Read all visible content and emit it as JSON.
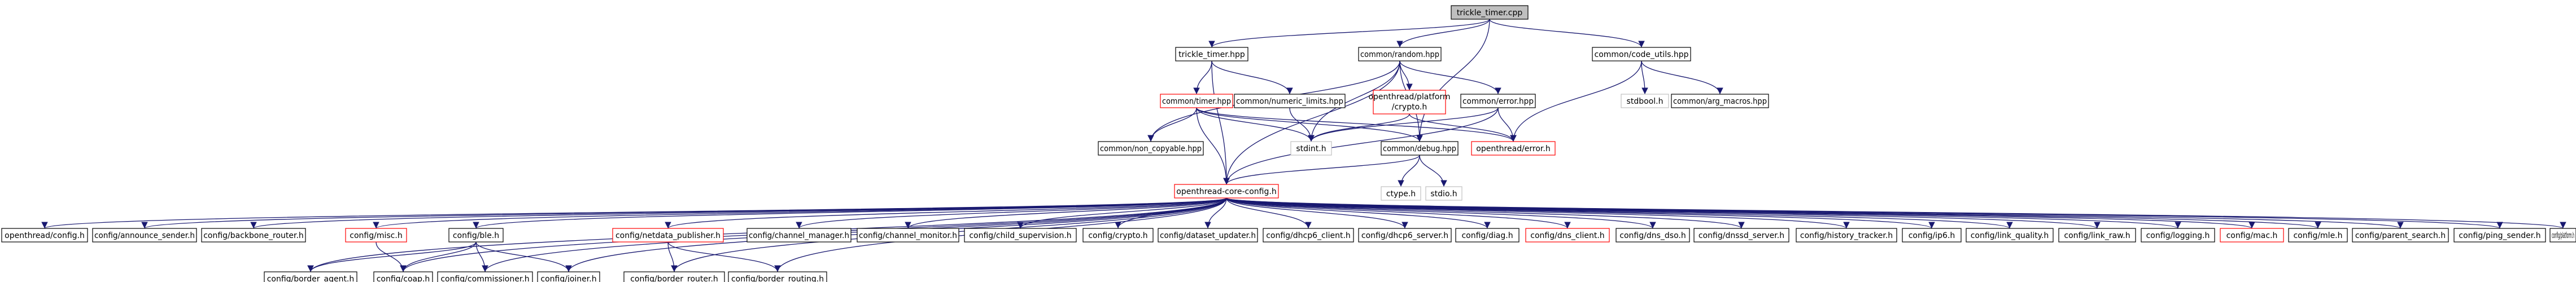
{
  "colors": {
    "background": "#ffffff",
    "edge": "#191970",
    "node_border_default": "#000000",
    "node_border_external": "#c0c0c0",
    "node_border_red": "#ff0000",
    "node_fill_default": "#ffffff",
    "node_fill_root": "#bfbfbf",
    "text": "#000000"
  },
  "nodes": [
    {
      "id": "root",
      "label": "trickle_timer.cpp",
      "style": "root"
    },
    {
      "id": "tt_hpp",
      "label": "trickle_timer.hpp",
      "style": "default"
    },
    {
      "id": "random_hpp",
      "label": "common/random.hpp",
      "style": "default"
    },
    {
      "id": "code_utils",
      "label": "common/code_utils.hpp",
      "style": "default"
    },
    {
      "id": "timer_hpp",
      "label": "common/timer.hpp",
      "style": "red"
    },
    {
      "id": "numeric_limits",
      "label": "common/numeric_limits.hpp",
      "style": "default"
    },
    {
      "id": "platform_crypto",
      "label": "openthread/platform/crypto.h",
      "style": "red"
    },
    {
      "id": "error_hpp",
      "label": "common/error.hpp",
      "style": "default"
    },
    {
      "id": "stdbool",
      "label": "stdbool.h",
      "style": "external"
    },
    {
      "id": "arg_macros",
      "label": "common/arg_macros.hpp",
      "style": "default"
    },
    {
      "id": "non_copyable",
      "label": "common/non_copyable.hpp",
      "style": "default"
    },
    {
      "id": "stdint",
      "label": "stdint.h",
      "style": "external"
    },
    {
      "id": "debug_hpp",
      "label": "common/debug.hpp",
      "style": "default"
    },
    {
      "id": "ot_error",
      "label": "openthread/error.h",
      "style": "red"
    },
    {
      "id": "ctype",
      "label": "ctype.h",
      "style": "external"
    },
    {
      "id": "stdio",
      "label": "stdio.h",
      "style": "external"
    },
    {
      "id": "core_config",
      "label": "openthread-core-config.h",
      "style": "red"
    },
    {
      "id": "ot_config",
      "label": "openthread/config.h",
      "style": "default"
    },
    {
      "id": "announce_sender",
      "label": "config/announce_sender.h",
      "style": "default"
    },
    {
      "id": "backbone_router",
      "label": "config/backbone_router.h",
      "style": "default"
    },
    {
      "id": "ble",
      "label": "config/ble.h",
      "style": "default"
    },
    {
      "id": "misc",
      "label": "config/misc.h",
      "style": "red"
    },
    {
      "id": "netdata_publisher",
      "label": "config/netdata_publisher.h",
      "style": "red"
    },
    {
      "id": "channel_manager",
      "label": "config/channel_manager.h",
      "style": "default"
    },
    {
      "id": "channel_monitor",
      "label": "config/channel_monitor.h",
      "style": "default"
    },
    {
      "id": "child_supervision",
      "label": "config/child_supervision.h",
      "style": "default"
    },
    {
      "id": "crypto",
      "label": "config/crypto.h",
      "style": "default"
    },
    {
      "id": "dataset_updater",
      "label": "config/dataset_updater.h",
      "style": "default"
    },
    {
      "id": "dhcp6_client",
      "label": "config/dhcp6_client.h",
      "style": "default"
    },
    {
      "id": "dhcp6_server",
      "label": "config/dhcp6_server.h",
      "style": "default"
    },
    {
      "id": "diag",
      "label": "config/diag.h",
      "style": "default"
    },
    {
      "id": "dns_client",
      "label": "config/dns_client.h",
      "style": "red"
    },
    {
      "id": "dns_dso",
      "label": "config/dns_dso.h",
      "style": "default"
    },
    {
      "id": "dnssd_server",
      "label": "config/dnssd_server.h",
      "style": "default"
    },
    {
      "id": "history_tracker",
      "label": "config/history_tracker.h",
      "style": "default"
    },
    {
      "id": "ip6",
      "label": "config/ip6.h",
      "style": "default"
    },
    {
      "id": "link_quality",
      "label": "config/link_quality.h",
      "style": "default"
    },
    {
      "id": "link_raw",
      "label": "config/link_raw.h",
      "style": "default"
    },
    {
      "id": "logging",
      "label": "config/logging.h",
      "style": "default"
    },
    {
      "id": "mac",
      "label": "config/mac.h",
      "style": "red"
    },
    {
      "id": "mle",
      "label": "config/mle.h",
      "style": "default"
    },
    {
      "id": "parent_search",
      "label": "config/parent_search.h",
      "style": "default"
    },
    {
      "id": "ping_sender",
      "label": "config/ping_sender.h",
      "style": "default"
    },
    {
      "id": "platform",
      "label": "config/platform.h",
      "style": "default"
    },
    {
      "id": "border_agent",
      "label": "config/border_agent.h",
      "style": "default"
    },
    {
      "id": "coap",
      "label": "config/coap.h",
      "style": "default"
    },
    {
      "id": "commissioner",
      "label": "config/commissioner.h",
      "style": "default"
    },
    {
      "id": "joiner",
      "label": "config/joiner.h",
      "style": "default"
    },
    {
      "id": "border_router",
      "label": "config/border_router.h",
      "style": "default"
    },
    {
      "id": "border_routing",
      "label": "config/border_routing.h",
      "style": "default"
    }
  ],
  "edges": [
    [
      "root",
      "tt_hpp"
    ],
    [
      "root",
      "random_hpp"
    ],
    [
      "root",
      "code_utils"
    ],
    [
      "root",
      "debug_hpp"
    ],
    [
      "tt_hpp",
      "timer_hpp"
    ],
    [
      "tt_hpp",
      "numeric_limits"
    ],
    [
      "tt_hpp",
      "core_config"
    ],
    [
      "random_hpp",
      "stdint"
    ],
    [
      "random_hpp",
      "platform_crypto"
    ],
    [
      "random_hpp",
      "error_hpp"
    ],
    [
      "random_hpp",
      "non_copyable"
    ],
    [
      "random_hpp",
      "debug_hpp"
    ],
    [
      "random_hpp",
      "core_config"
    ],
    [
      "code_utils",
      "stdbool"
    ],
    [
      "code_utils",
      "arg_macros"
    ],
    [
      "code_utils",
      "ot_error"
    ],
    [
      "timer_hpp",
      "non_copyable"
    ],
    [
      "timer_hpp",
      "stdint"
    ],
    [
      "timer_hpp",
      "debug_hpp"
    ],
    [
      "timer_hpp",
      "ot_error"
    ],
    [
      "timer_hpp",
      "core_config"
    ],
    [
      "numeric_limits",
      "stdint"
    ],
    [
      "platform_crypto",
      "stdint"
    ],
    [
      "platform_crypto",
      "ot_error"
    ],
    [
      "error_hpp",
      "stdint"
    ],
    [
      "error_hpp",
      "ot_error"
    ],
    [
      "error_hpp",
      "core_config"
    ],
    [
      "debug_hpp",
      "ctype"
    ],
    [
      "debug_hpp",
      "stdio"
    ],
    [
      "debug_hpp",
      "core_config"
    ],
    [
      "core_config",
      "ot_config"
    ],
    [
      "core_config",
      "announce_sender"
    ],
    [
      "core_config",
      "backbone_router"
    ],
    [
      "core_config",
      "ble"
    ],
    [
      "core_config",
      "misc"
    ],
    [
      "core_config",
      "netdata_publisher"
    ],
    [
      "core_config",
      "channel_manager"
    ],
    [
      "core_config",
      "channel_monitor"
    ],
    [
      "core_config",
      "child_supervision"
    ],
    [
      "core_config",
      "crypto"
    ],
    [
      "core_config",
      "dataset_updater"
    ],
    [
      "core_config",
      "dhcp6_client"
    ],
    [
      "core_config",
      "dhcp6_server"
    ],
    [
      "core_config",
      "diag"
    ],
    [
      "core_config",
      "dns_client"
    ],
    [
      "core_config",
      "dns_dso"
    ],
    [
      "core_config",
      "dnssd_server"
    ],
    [
      "core_config",
      "history_tracker"
    ],
    [
      "core_config",
      "ip6"
    ],
    [
      "core_config",
      "link_quality"
    ],
    [
      "core_config",
      "link_raw"
    ],
    [
      "core_config",
      "logging"
    ],
    [
      "core_config",
      "mac"
    ],
    [
      "core_config",
      "mle"
    ],
    [
      "core_config",
      "parent_search"
    ],
    [
      "core_config",
      "ping_sender"
    ],
    [
      "core_config",
      "platform"
    ],
    [
      "core_config",
      "border_agent"
    ],
    [
      "core_config",
      "coap"
    ],
    [
      "core_config",
      "commissioner"
    ],
    [
      "core_config",
      "joiner"
    ],
    [
      "core_config",
      "border_router"
    ],
    [
      "core_config",
      "border_routing"
    ],
    [
      "ble",
      "border_agent"
    ],
    [
      "ble",
      "coap"
    ],
    [
      "ble",
      "commissioner"
    ],
    [
      "ble",
      "joiner"
    ],
    [
      "misc",
      "coap"
    ],
    [
      "netdata_publisher",
      "border_router"
    ],
    [
      "netdata_publisher",
      "border_routing"
    ]
  ]
}
